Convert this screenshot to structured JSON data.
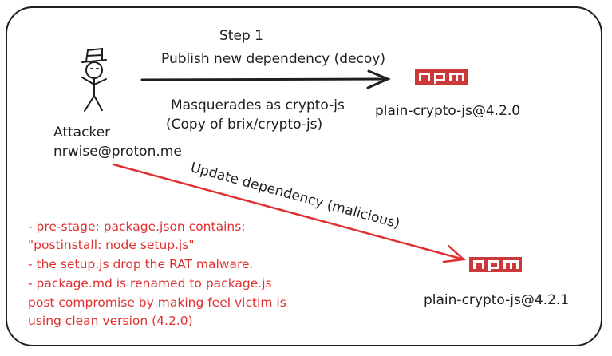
{
  "step": {
    "label": "Step 1",
    "title": "Publish new dependency (decoy)"
  },
  "decoy": {
    "masquerade": "Masquerades as crypto-js",
    "copy_of": "(Copy of brix/crypto-js)",
    "package": "plain-crypto-js@4.2.0"
  },
  "attacker": {
    "label": "Attacker",
    "email": "nrwise@proton.me"
  },
  "update_arrow_label": "Update dependency (malicious)",
  "malicious_package": "plain-crypto-js@4.2.1",
  "notes": [
    "- pre-stage: package.json contains:",
    "\"postinstall: node setup.js\"",
    "- the setup.js drop the RAT malware.",
    "- package.md is renamed to package.js",
    "post compromise by making feel victim is",
    "using clean version (4.2.0)"
  ],
  "logo_text": "npm",
  "colors": {
    "ink": "#1e1e1e",
    "red": "#e03131",
    "npm": "#cb3837"
  },
  "icons": [
    "stick-figure-icon",
    "npm-logo-icon"
  ]
}
